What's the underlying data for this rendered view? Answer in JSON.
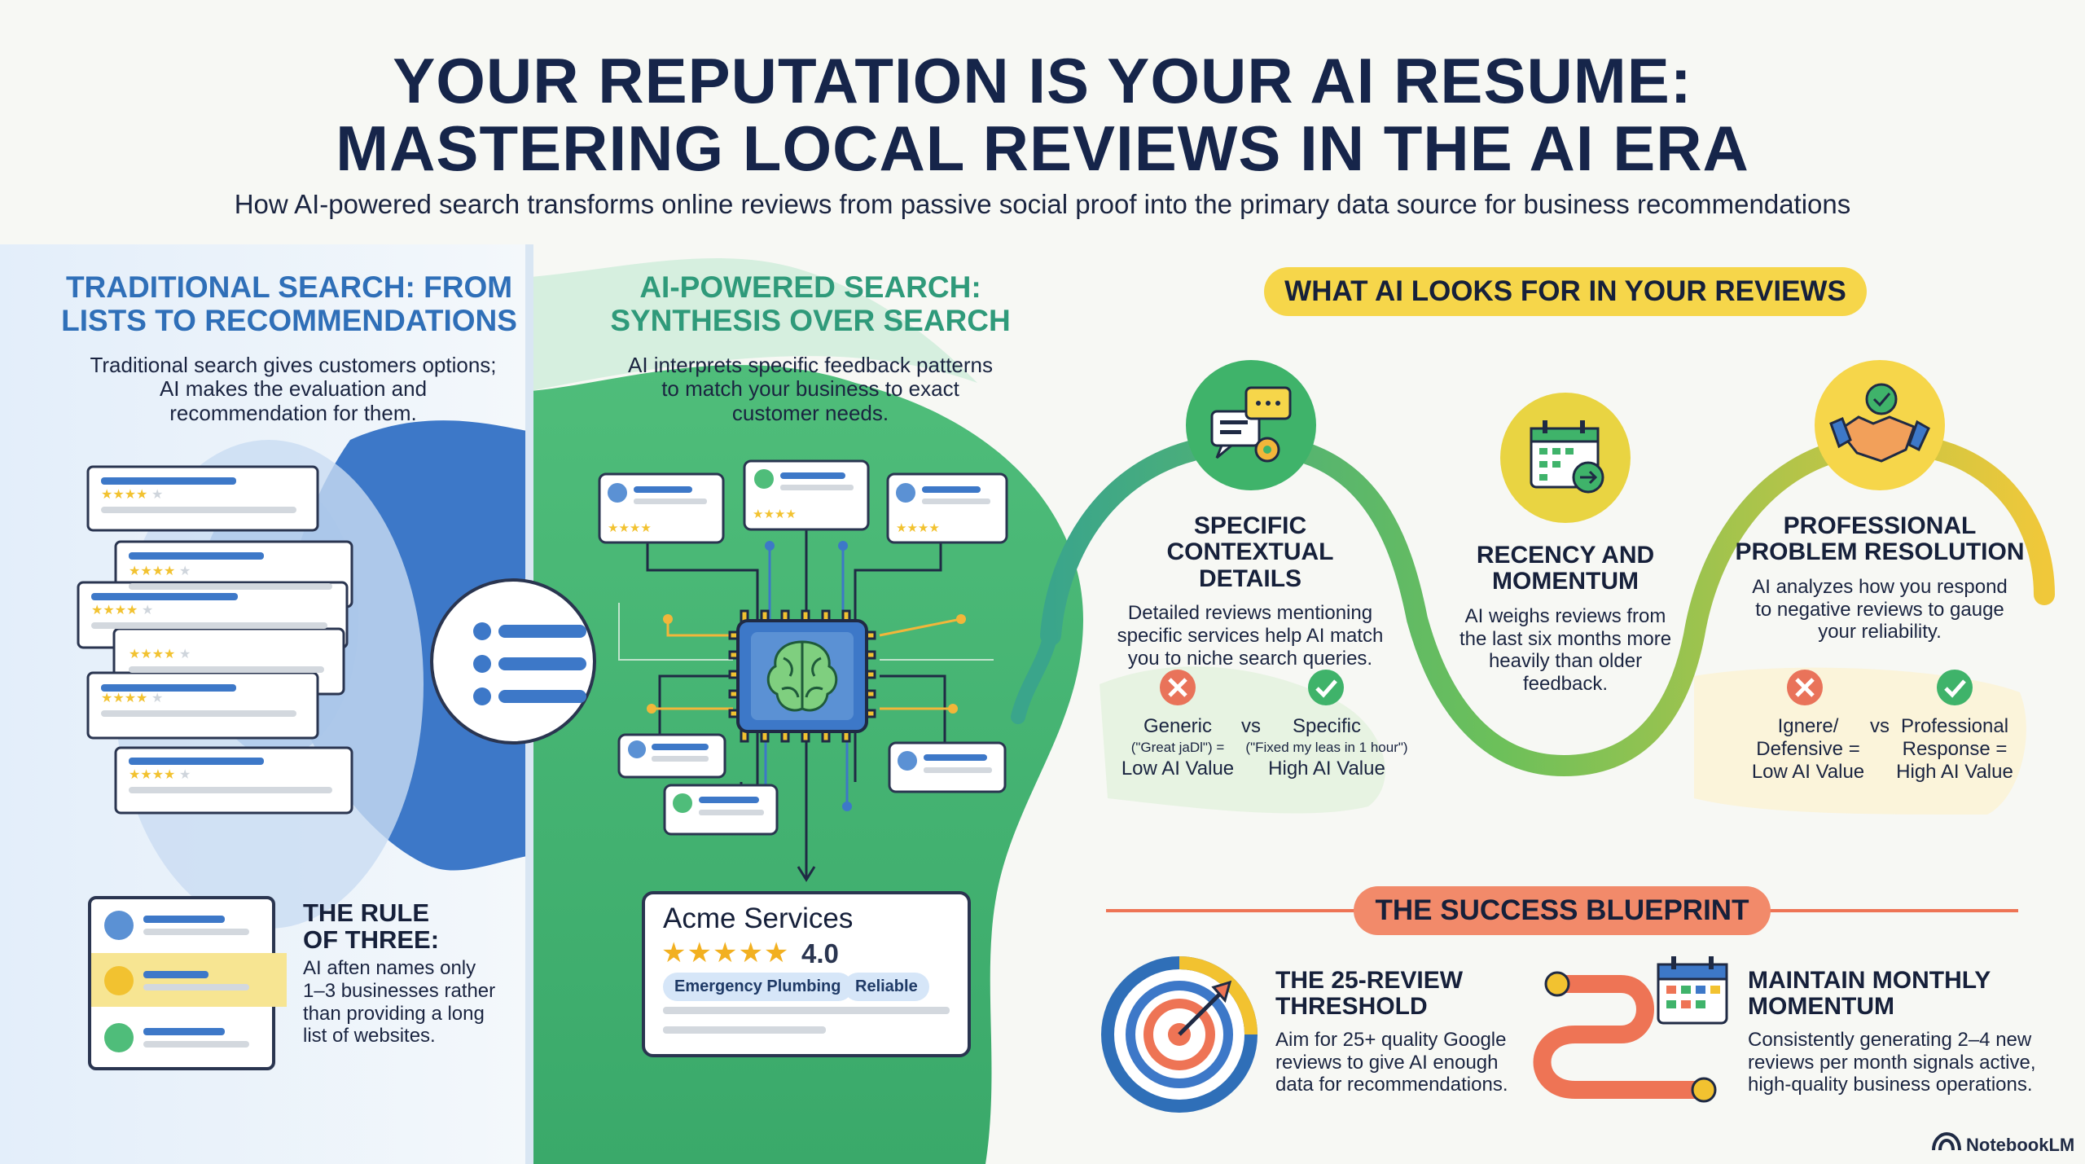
{
  "header": {
    "title_line1": "YOUR REPUTATION IS YOUR AI RESUME:",
    "title_line2": "MASTERING LOCAL REVIEWS IN THE AI ERA",
    "subtitle": "How AI-powered search transforms online reviews from passive social proof into the primary data source for business recommendations"
  },
  "traditional": {
    "heading_line1": "TRADITIONAL SEARCH: FROM",
    "heading_line2": "LISTS TO RECOMMENDATIONS",
    "desc_line1": "Traditional search gives customers options;",
    "desc_line2": "AI makes the evaluation and",
    "desc_line3": "recommendation for them.",
    "rule_title_line1": "THE RULE",
    "rule_title_line2": "OF THREE:",
    "rule_desc_line1": "AI aften names only",
    "rule_desc_line2": "1–3 businesses rather",
    "rule_desc_line3": "than providing a long",
    "rule_desc_line4": "list of websites."
  },
  "ai_search": {
    "heading_line1": "AI-POWERED SEARCH:",
    "heading_line2": "SYNTHESIS OVER SEARCH",
    "desc_line1": "AI interprets specific feedback patterns",
    "desc_line2": "to match your business to exact",
    "desc_line3": "customer needs.",
    "business_name": "Acme Services",
    "rating": "4.0",
    "tag1": "Emergency Plumbing",
    "tag2": "Reliable"
  },
  "ai_looks": {
    "banner": "WHAT AI LOOKS FOR IN YOUR REVIEWS",
    "item1": {
      "title_line1": "SPECIFIC",
      "title_line2": "CONTEXTUAL DETAILS",
      "desc_line1": "Detailed reviews mentioning",
      "desc_line2": "specific services help AI match",
      "desc_line3": "you to niche search queries.",
      "bad_label": "Generic",
      "bad_example": "(\"Great jaDl\") =",
      "bad_value": "Low AI Value",
      "vs": "vs",
      "good_label": "Specific",
      "good_example": "(\"Fixed my leas in 1 hour\")",
      "good_value": "High AI Value"
    },
    "item2": {
      "title_line1": "RECENCY AND",
      "title_line2": "MOMENTUM",
      "desc_line1": "AI weighs reviews from",
      "desc_line2": "the last six months more",
      "desc_line3": "heavily than older",
      "desc_line4": "feedback."
    },
    "item3": {
      "title_line1": "PROFESSIONAL",
      "title_line2": "PROBLEM RESOLUTION",
      "desc_line1": "AI analyzes how you respond",
      "desc_line2": "to negative reviews to gauge",
      "desc_line3": "your reliability.",
      "bad_label": "Ignere/",
      "bad_example": "Defensive =",
      "bad_value": "Low AI Value",
      "vs": "vs",
      "good_label": "Professional",
      "good_example": "Response =",
      "good_value": "High AI Value"
    }
  },
  "blueprint": {
    "banner": "THE SUCCESS BLUEPRINT",
    "item1": {
      "title_line1": "THE 25-REVIEW",
      "title_line2": "THRESHOLD",
      "desc_line1": "Aim for 25+ quality Google",
      "desc_line2": "reviews to give AI enough",
      "desc_line3": "data for recommendations."
    },
    "item2": {
      "title_line1": "MAINTAIN MONTHLY",
      "title_line2": "MOMENTUM",
      "desc_line1": "Consistently generating 2–4 new",
      "desc_line2": "reviews per month signals active,",
      "desc_line3": "high-quality business operations."
    }
  },
  "footer": {
    "brand": "NotebookLM"
  },
  "colors": {
    "navy": "#16254a",
    "blue": "#3d78c8",
    "green": "#3fb36a",
    "teal": "#2f9a7a",
    "yellow": "#f2cf3a",
    "coral": "#ee7455",
    "red_x": "#e9735a",
    "green_check": "#3fb36a"
  }
}
